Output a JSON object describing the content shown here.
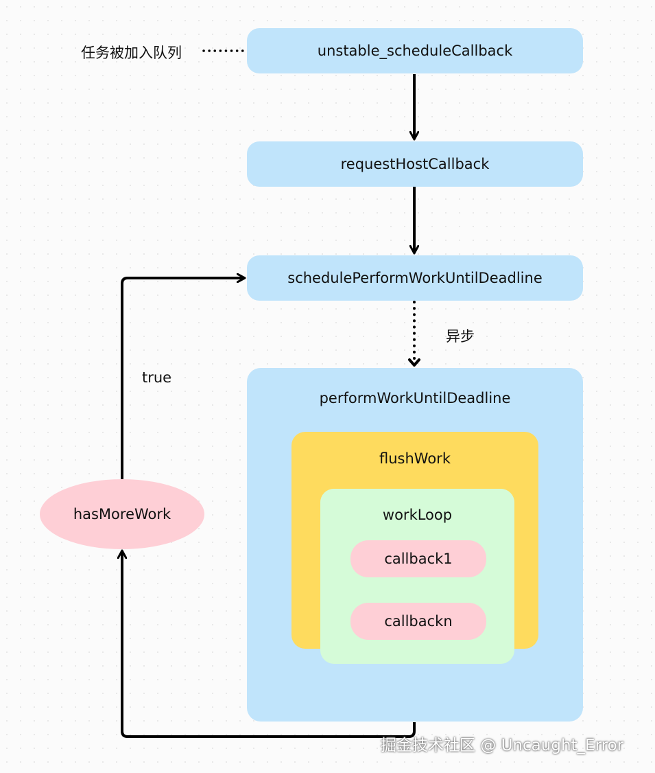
{
  "nodes": {
    "schedule_callback": "unstable_scheduleCallback",
    "request_host_callback": "requestHostCallback",
    "schedule_perform": "schedulePerformWorkUntilDeadline",
    "perform_work": "performWorkUntilDeadline",
    "flush_work": "flushWork",
    "work_loop": "workLoop",
    "callback_first": "callback1",
    "callback_last": "callbackn",
    "has_more_work": "hasMoreWork"
  },
  "labels": {
    "task_enqueued": "任务被加入队列",
    "async": "异步",
    "true": "true"
  },
  "watermark": "掘金技术社区 @ Uncaught_Error",
  "colors": {
    "blue_node": "#c0e4fb",
    "yellow_container": "#fedb5e",
    "green_container": "#d5fbd8",
    "pink_node": "#fecfd6",
    "line": "#000000"
  }
}
